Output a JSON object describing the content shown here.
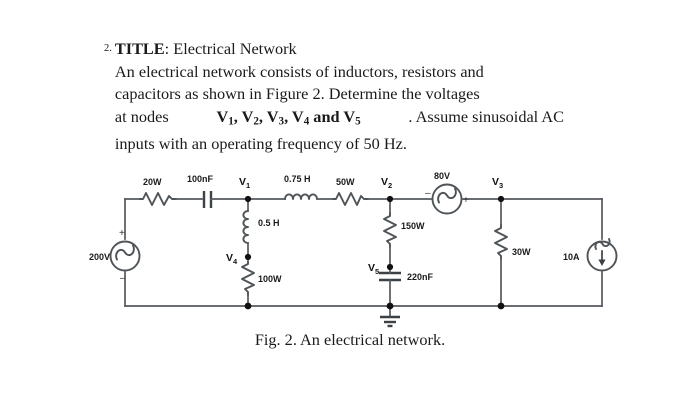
{
  "question": {
    "number": "2.",
    "title_label": "TITLE",
    "title_sep": ": ",
    "title_text": "Electrical Network",
    "line1a": "An electrical network consists of inductors, resistors and",
    "line2a": "capacitors as shown in Figure 2. Determine the voltages",
    "line3_prefix": "at nodes ",
    "line3_nodes": "V1, V2, V3, V4 and V5",
    "line3_suffix": ". Assume sinusoidal AC",
    "line4": "inputs with an operating frequency of 50 Hz."
  },
  "figure": {
    "caption": "Fig. 2. An electrical network.",
    "labels": {
      "r20": "20W",
      "c100n": "100nF",
      "l075": "0.75 H",
      "r50": "50W",
      "l05": "0.5 H",
      "r100": "100W",
      "r150": "150W",
      "c220n": "220nF",
      "r30": "30W",
      "src200": "200V",
      "src80": "80V",
      "src10a": "10A"
    },
    "nodes": {
      "v1": "V",
      "v1sub": "1",
      "v2": "V",
      "v2sub": "2",
      "v3": "V",
      "v3sub": "3",
      "v4": "V",
      "v4sub": "4",
      "v5": "V",
      "v5sub": "5"
    },
    "polarity": {
      "plus": "+",
      "minus": "–"
    }
  },
  "colors": {
    "wire": "#555a5e",
    "component": "#4f5458",
    "text": "#1a1a1a",
    "node": "#111111",
    "background": "#ffffff"
  }
}
